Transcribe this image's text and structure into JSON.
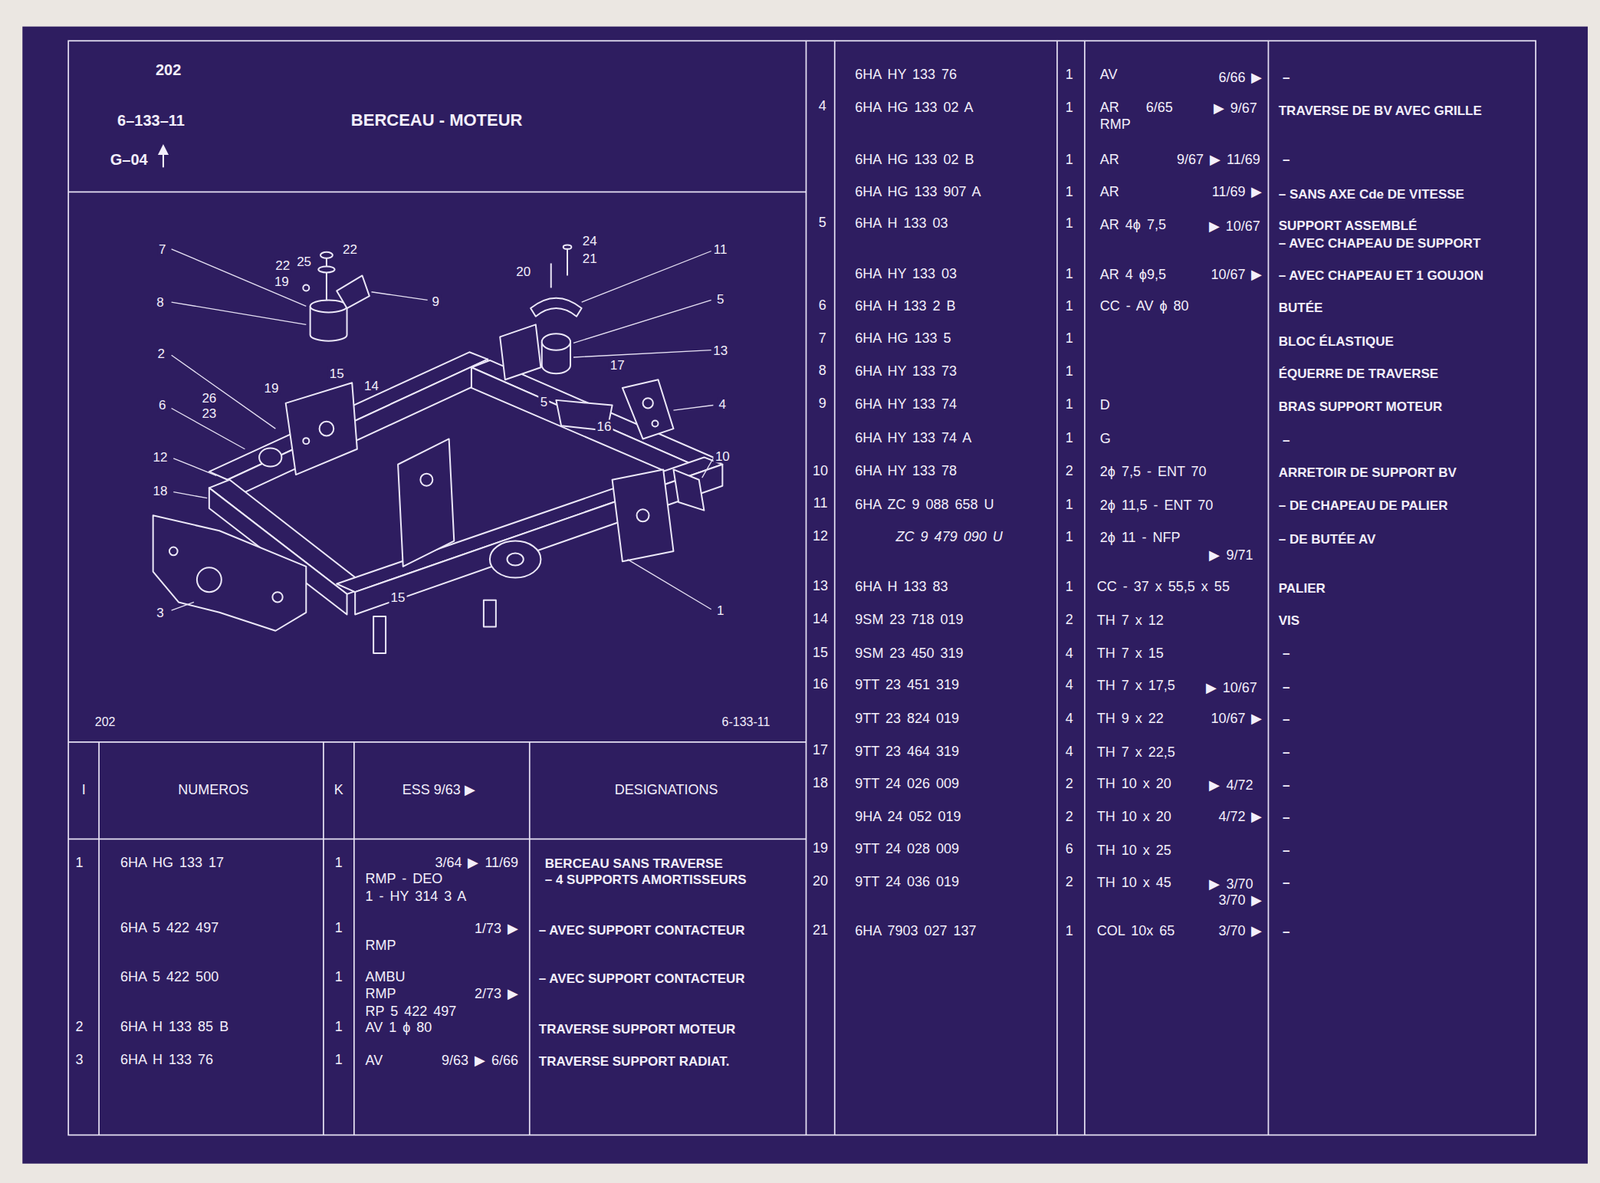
{
  "diagram": {
    "title": "BERCEAU - MOTEUR",
    "labels": [
      "202",
      "6–133–11",
      "G–04",
      "202",
      "6-133-11",
      "7",
      "8",
      "2",
      "6",
      "12",
      "18",
      "3",
      "22",
      "25",
      "22",
      "19",
      "9",
      "15",
      "14",
      "19",
      "26",
      "23",
      "20",
      "24",
      "21",
      "11",
      "5",
      "13",
      "17",
      "4",
      "5",
      "16",
      "10",
      "15",
      "1",
      "I",
      "NUMEROS",
      "K",
      "ESS 9/63 ▶",
      "DESIGNATIONS",
      "1",
      "6HA HG 133 17",
      "1",
      "3/64 ▶ 11/69",
      "RMP - DEO",
      "1 - HY 314 3 A",
      "BERCEAU SANS TRAVERSE",
      "– 4 SUPPORTS AMORTISSEURS",
      "6HA 5 422 497",
      "1",
      "1/73 ▶",
      "RMP",
      "– AVEC SUPPORT CONTACTEUR",
      "6HA 5 422 500",
      "1",
      "AMBU",
      "RMP",
      "2/73 ▶",
      "RP 5 422 497",
      "– AVEC SUPPORT CONTACTEUR",
      "2",
      "6HA H 133 85 B",
      "1",
      "AV 1 ϕ 80",
      "TRAVERSE SUPPORT MOTEUR",
      "3",
      "6HA H 133 76",
      "1",
      "AV",
      "9/63 ▶ 6/66",
      "TRAVERSE SUPPORT RADIAT.",
      "6HA HY 133 76",
      "1",
      "AV",
      "6/66 ▶",
      "–",
      "4",
      "6HA HG 133 02 A",
      "1",
      "AR",
      "6/65",
      "▶ 9/67",
      "RMP",
      "TRAVERSE DE BV AVEC GRILLE",
      "6HA HG 133 02 B",
      "1",
      "AR",
      "9/67 ▶ 11/69",
      "–",
      "6HA HG 133 907 A",
      "1",
      "AR",
      "11/69 ▶",
      "– SANS AXE Cde DE VITESSE",
      "5",
      "6HA H 133 03",
      "1",
      "AR 4ϕ 7,5",
      "▶ 10/67",
      "SUPPORT ASSEMBLÉ",
      "– AVEC CHAPEAU DE SUPPORT",
      "6HA HY 133 03",
      "1",
      "AR 4 ϕ9,5",
      "10/67 ▶",
      "– AVEC CHAPEAU ET 1 GOUJON",
      "6",
      "6HA H 133 2 B",
      "1",
      "CC - AV ϕ 80",
      "BUTÉE",
      "7",
      "6HA HG 133 5",
      "1",
      "BLOC ÉLASTIQUE",
      "8",
      "6HA HY 133 73",
      "1",
      "ÉQUERRE DE TRAVERSE",
      "9",
      "6HA HY 133 74",
      "1",
      "D",
      "BRAS SUPPORT MOTEUR",
      "6HA HY 133 74 A",
      "1",
      "G",
      "–",
      "10",
      "6HA HY 133 78",
      "2",
      "2ϕ 7,5 - ENT 70",
      "ARRETOIR DE SUPPORT BV",
      "11",
      "6HA ZC 9 088 658 U",
      "1",
      "2ϕ 11,5 - ENT 70",
      "– DE CHAPEAU DE PALIER",
      "12",
      "ZC 9 479 090 U",
      "1",
      "2ϕ 11 - NFP",
      "▶ 9/71",
      "– DE BUTÉE AV",
      "13",
      "6HA H 133 83",
      "1",
      "CC - 37 x 55,5 x 55",
      "PALIER",
      "14",
      "9SM 23 718 019",
      "2",
      "TH 7 x 12",
      "VIS",
      "15",
      "9SM 23 450 319",
      "4",
      "TH 7 x 15",
      "–",
      "16",
      "9TT 23 451 319",
      "4",
      "TH 7 x 17,5",
      "▶ 10/67",
      "–",
      "9TT 23 824 019",
      "4",
      "TH 9 x 22",
      "10/67 ▶",
      "–",
      "17",
      "9TT 23 464 319",
      "4",
      "TH 7 x 22,5",
      "–",
      "18",
      "9TT 24 026 009",
      "2",
      "TH 10 x 20",
      "▶ 4/72",
      "–",
      "9HA 24 052 019",
      "2",
      "TH 10 x 20",
      "4/72 ▶",
      "–",
      "19",
      "9TT 24 028 009",
      "6",
      "TH 10 x 25",
      "–",
      "20",
      "9TT 24 036 019",
      "2",
      "TH 10 x 45",
      "▶ 3/70",
      "3/70 ▶",
      "–",
      "21",
      "6HA 7903 027 137",
      "1",
      "COL 10x 65",
      "3/70 ▶",
      "–"
    ]
  }
}
